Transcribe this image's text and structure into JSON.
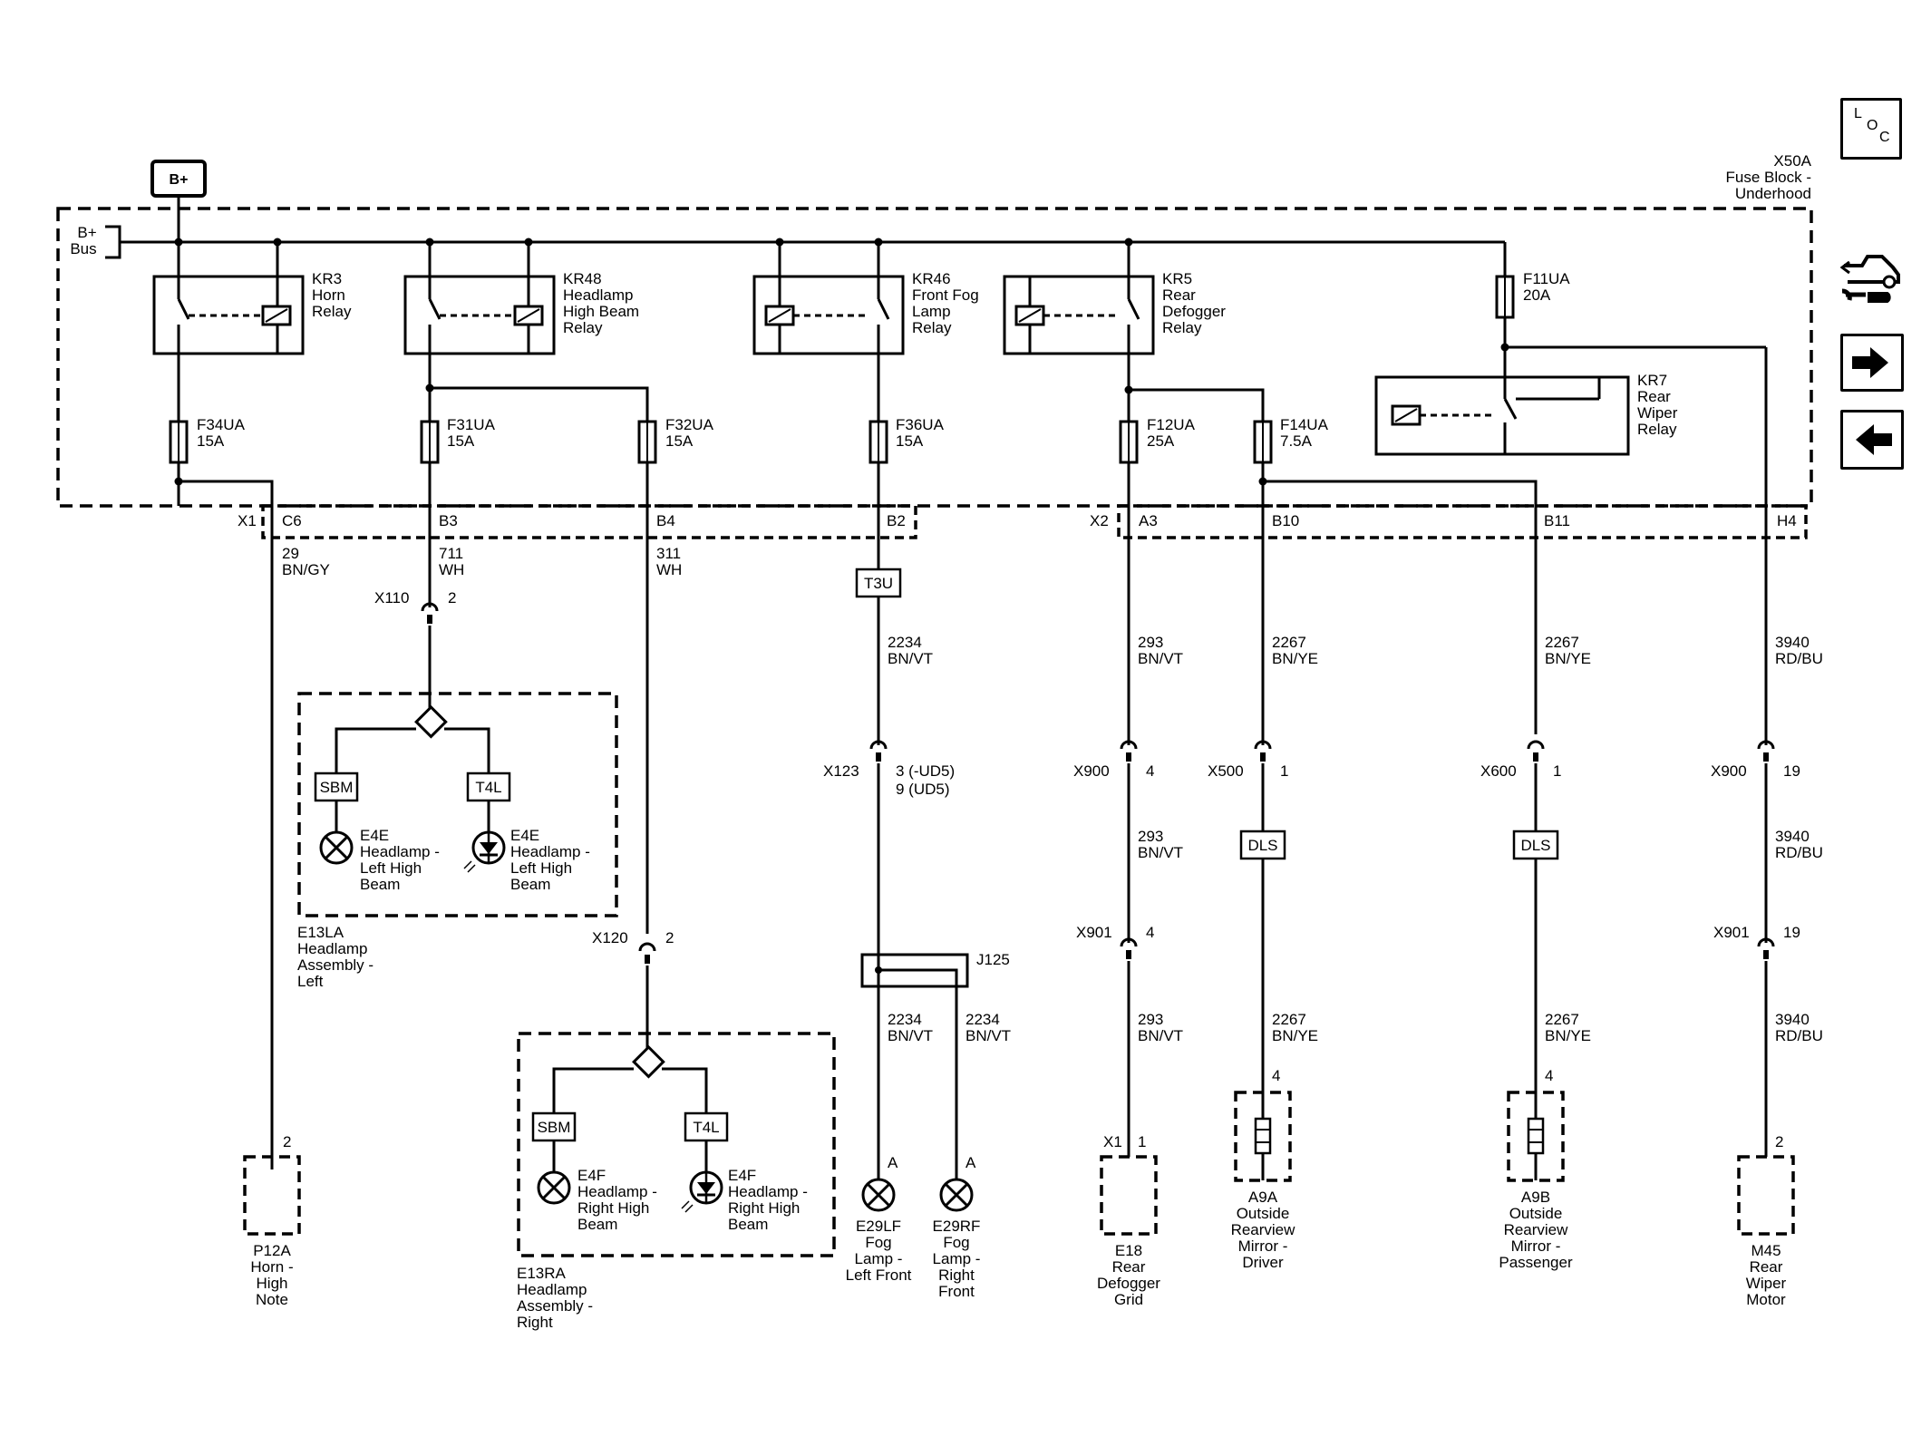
{
  "power": {
    "b_plus": "B+",
    "bus_line1": "B+",
    "bus_line2": "Bus"
  },
  "fuse_block": {
    "ref": "X50A",
    "line1": "Fuse Block -",
    "line2": "Underhood"
  },
  "relays": {
    "kr3": [
      "KR3",
      "Horn",
      "Relay"
    ],
    "kr48": [
      "KR48",
      "Headlamp",
      "High Beam",
      "Relay"
    ],
    "kr46": [
      "KR46",
      "Front Fog",
      "Lamp",
      "Relay"
    ],
    "kr5": [
      "KR5",
      "Rear",
      "Defogger",
      "Relay"
    ],
    "kr7": [
      "KR7",
      "Rear",
      "Wiper",
      "Relay"
    ]
  },
  "fuses": {
    "f34": [
      "F34UA",
      "15A"
    ],
    "f31": [
      "F31UA",
      "15A"
    ],
    "f32": [
      "F32UA",
      "15A"
    ],
    "f36": [
      "F36UA",
      "15A"
    ],
    "f12": [
      "F12UA",
      "25A"
    ],
    "f14": [
      "F14UA",
      "7.5A"
    ],
    "f11": [
      "F11UA",
      "20A"
    ]
  },
  "connectors": {
    "x1": "X1",
    "c6": "C6",
    "b3": "B3",
    "b4": "B4",
    "b2": "B2",
    "x2": "X2",
    "a3": "A3",
    "b10": "B10",
    "b11": "B11",
    "h4": "H4"
  },
  "wires": {
    "w29": [
      "29",
      "BN/GY"
    ],
    "w711": [
      "711",
      "WH"
    ],
    "w311": [
      "311",
      "WH"
    ],
    "w2234a": [
      "2234",
      "BN/VT"
    ],
    "w2234b": [
      "2234",
      "BN/VT"
    ],
    "w2234c": [
      "2234",
      "BN/VT"
    ],
    "w293a": [
      "293",
      "BN/VT"
    ],
    "w293b": [
      "293",
      "BN/VT"
    ],
    "w293c": [
      "293",
      "BN/VT"
    ],
    "w2267a": [
      "2267",
      "BN/YE"
    ],
    "w2267b": [
      "2267",
      "BN/YE"
    ],
    "w2267c": [
      "2267",
      "BN/YE"
    ],
    "w2267d": [
      "2267",
      "BN/YE"
    ],
    "w3940a": [
      "3940",
      "RD/BU"
    ],
    "w3940b": [
      "3940",
      "RD/BU"
    ],
    "w3940c": [
      "3940",
      "RD/BU"
    ]
  },
  "inline": {
    "x110": [
      "X110",
      "2"
    ],
    "x120": [
      "X120",
      "2"
    ],
    "x123": [
      "X123",
      "3 (-UD5)",
      "9 (UD5)"
    ],
    "x900a": [
      "X900",
      "4"
    ],
    "x500": [
      "X500",
      "1"
    ],
    "x600": [
      "X600",
      "1"
    ],
    "x900b": [
      "X900",
      "19"
    ],
    "x901a": [
      "X901",
      "4"
    ],
    "x901b": [
      "X901",
      "19"
    ]
  },
  "blocks": {
    "t3u": "T3U",
    "dls1": "DLS",
    "dls2": "DLS",
    "j125": "J125"
  },
  "headlamp_left": {
    "sbm": "SBM",
    "t4l": "T4L",
    "lamp1": [
      "E4E",
      "Headlamp -",
      "Left High",
      "Beam"
    ],
    "lamp2": [
      "E4E",
      "Headlamp -",
      "Left High",
      "Beam"
    ],
    "assembly": [
      "E13LA",
      "Headlamp",
      "Assembly -",
      "Left"
    ]
  },
  "headlamp_right": {
    "sbm": "SBM",
    "t4l": "T4L",
    "lamp1": [
      "E4F",
      "Headlamp -",
      "Right High",
      "Beam"
    ],
    "lamp2": [
      "E4F",
      "Headlamp -",
      "Right High",
      "Beam"
    ],
    "assembly": [
      "E13RA",
      "Headlamp",
      "Assembly -",
      "Right"
    ]
  },
  "components": {
    "p12a": {
      "pin": "2",
      "lines": [
        "P12A",
        "Horn -",
        "High",
        "Note"
      ]
    },
    "e29lf": {
      "pin": "A",
      "lines": [
        "E29LF",
        "Fog",
        "Lamp -",
        "Left Front"
      ]
    },
    "e29rf": {
      "pin": "A",
      "lines": [
        "E29RF",
        "Fog",
        "Lamp -",
        "Right",
        "Front"
      ]
    },
    "e18": {
      "conn": "X1",
      "pin": "1",
      "lines": [
        "E18",
        "Rear",
        "Defogger",
        "Grid"
      ]
    },
    "a9a": {
      "pin": "4",
      "lines": [
        "A9A",
        "Outside",
        "Rearview",
        "Mirror -",
        "Driver"
      ]
    },
    "a9b": {
      "pin": "4",
      "lines": [
        "A9B",
        "Outside",
        "Rearview",
        "Mirror -",
        "Passenger"
      ]
    },
    "m45": {
      "pin": "2",
      "lines": [
        "M45",
        "Rear",
        "Wiper",
        "Motor"
      ]
    }
  },
  "nav": {
    "loc_l": "L",
    "loc_o": "O",
    "loc_c": "C"
  }
}
